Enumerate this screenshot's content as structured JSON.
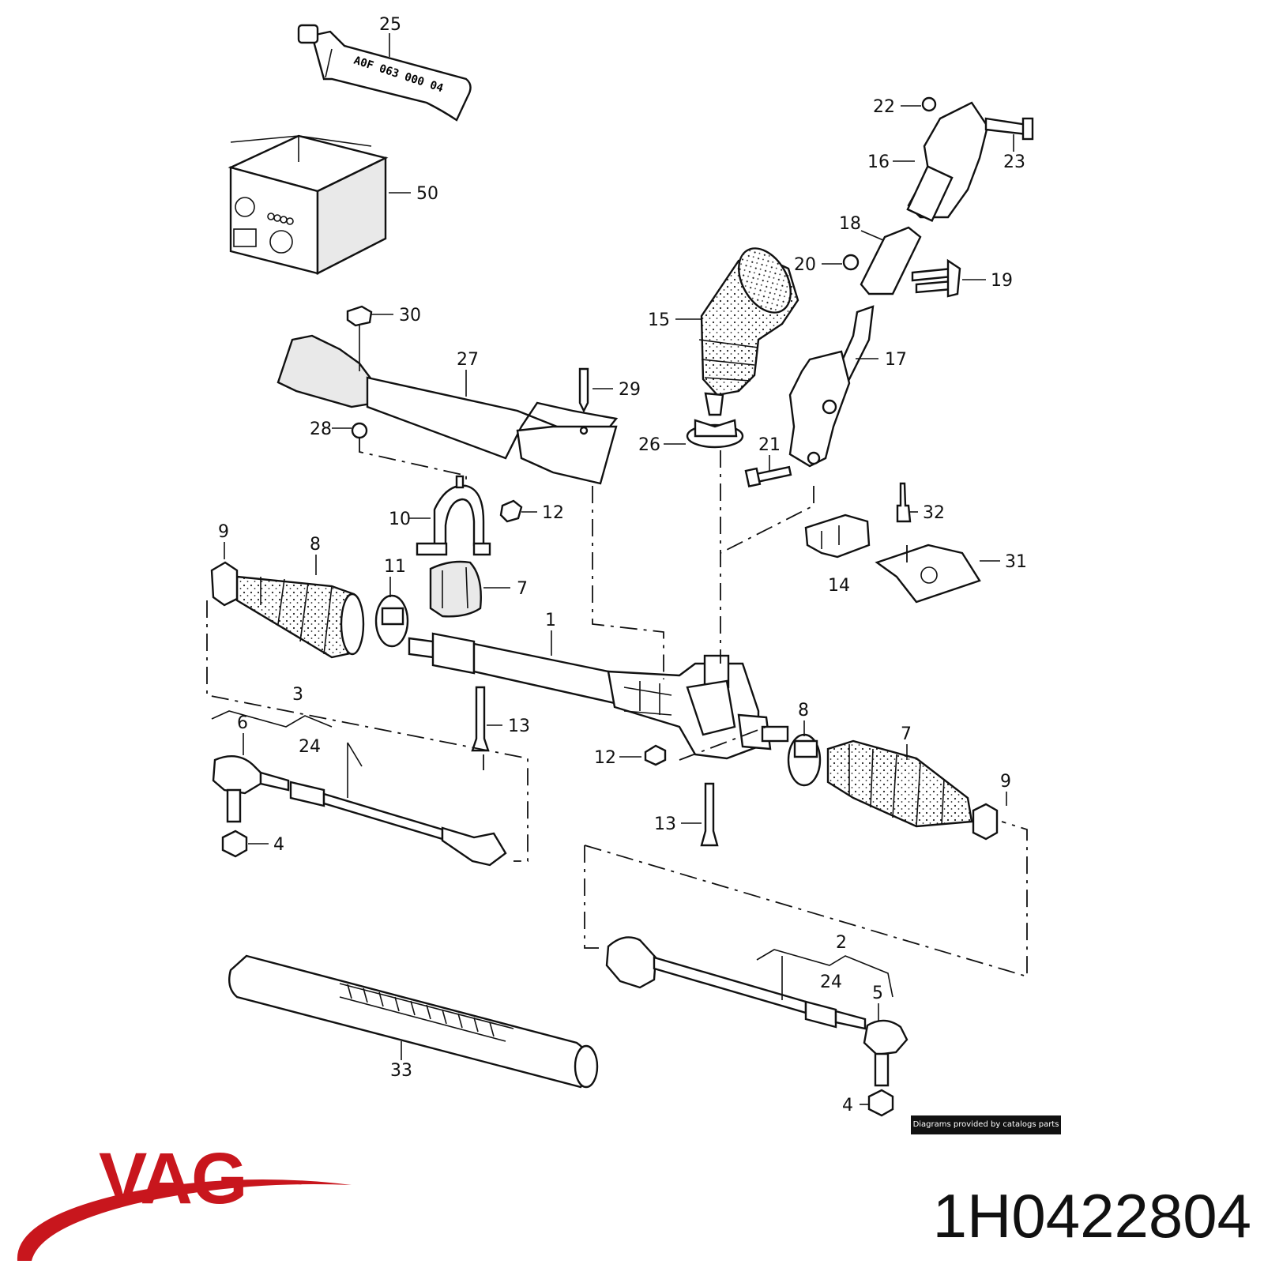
{
  "diagram": {
    "callouts": [
      {
        "id": "25",
        "label": "25"
      },
      {
        "id": "50",
        "label": "50"
      },
      {
        "id": "22",
        "label": "22"
      },
      {
        "id": "23",
        "label": "23"
      },
      {
        "id": "16",
        "label": "16"
      },
      {
        "id": "18",
        "label": "18"
      },
      {
        "id": "20",
        "label": "20"
      },
      {
        "id": "19",
        "label": "19"
      },
      {
        "id": "15",
        "label": "15"
      },
      {
        "id": "17",
        "label": "17"
      },
      {
        "id": "30",
        "label": "30"
      },
      {
        "id": "27",
        "label": "27"
      },
      {
        "id": "29",
        "label": "29"
      },
      {
        "id": "28",
        "label": "28"
      },
      {
        "id": "26",
        "label": "26"
      },
      {
        "id": "21",
        "label": "21"
      },
      {
        "id": "10",
        "label": "10"
      },
      {
        "id": "12a",
        "label": "12"
      },
      {
        "id": "32",
        "label": "32"
      },
      {
        "id": "9a",
        "label": "9"
      },
      {
        "id": "7a",
        "label": "7"
      },
      {
        "id": "8a",
        "label": "8"
      },
      {
        "id": "11",
        "label": "11"
      },
      {
        "id": "14",
        "label": "14"
      },
      {
        "id": "31",
        "label": "31"
      },
      {
        "id": "1",
        "label": "1"
      },
      {
        "id": "3",
        "label": "3"
      },
      {
        "id": "6",
        "label": "6"
      },
      {
        "id": "24a",
        "label": "24"
      },
      {
        "id": "13a",
        "label": "13"
      },
      {
        "id": "12b",
        "label": "12"
      },
      {
        "id": "8b",
        "label": "8"
      },
      {
        "id": "7b",
        "label": "7"
      },
      {
        "id": "9b",
        "label": "9"
      },
      {
        "id": "4a",
        "label": "4"
      },
      {
        "id": "13b",
        "label": "13"
      },
      {
        "id": "2",
        "label": "2"
      },
      {
        "id": "24b",
        "label": "24"
      },
      {
        "id": "5",
        "label": "5"
      },
      {
        "id": "33",
        "label": "33"
      },
      {
        "id": "4b",
        "label": "4"
      }
    ],
    "tube_marking": "A0F 063 000 04",
    "credit": "Diagrams provided by catalogs parts"
  },
  "brand": {
    "name": "VAG",
    "color": "#c8161d"
  },
  "part_number": "1H0422804"
}
